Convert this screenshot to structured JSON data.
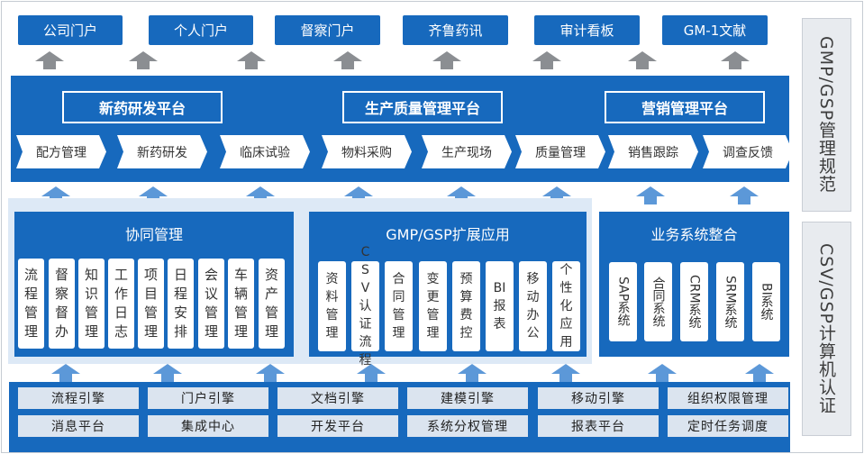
{
  "portals": [
    "公司门户",
    "个人门户",
    "督察门户",
    "齐鲁药讯",
    "审计看板",
    "GM-1文献"
  ],
  "platforms": [
    {
      "title": "新药研发平台",
      "items": [
        "配方管理",
        "新药研发",
        "临床试验"
      ]
    },
    {
      "title": "生产质量管理平台",
      "items": [
        "物料采购",
        "生产现场",
        "质量管理"
      ]
    },
    {
      "title": "营销管理平台",
      "items": [
        "销售跟踪",
        "调查反馈"
      ]
    }
  ],
  "panels": {
    "cooperation": {
      "title": "协同管理",
      "items": [
        "流程管理",
        "督察督办",
        "知识管理",
        "工作日志",
        "项目管理",
        "日程安排",
        "会议管理",
        "车辆管理",
        "资产管理"
      ]
    },
    "gmp_ext": {
      "title": "GMP/GSP扩展应用",
      "items": [
        "资料管理",
        "CSV认证流程",
        "合同管理",
        "变更管理",
        "预算费控",
        "BI报表",
        "移动办公",
        "个性化应用"
      ]
    },
    "integration": {
      "title": "业务系统整合",
      "items": [
        "SAP系统",
        "合同系统",
        "CRM系统",
        "SRM系统",
        "BI系统"
      ]
    }
  },
  "base_rows": [
    [
      "流程引擎",
      "门户引擎",
      "文档引擎",
      "建模引擎",
      "移动引擎",
      "组织权限管理"
    ],
    [
      "消息平台",
      "集成中心",
      "开发平台",
      "系统分权管理",
      "报表平台",
      "定时任务调度"
    ]
  ],
  "side_labels": [
    "GMP/GSP管理规范",
    "CSV/GSP计算机认证"
  ]
}
